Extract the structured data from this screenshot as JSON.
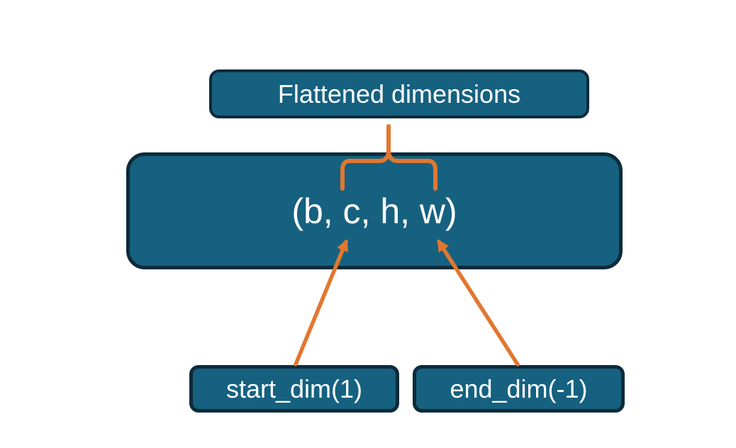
{
  "diagram": {
    "title": "flatten dimensions diagram",
    "nodes": {
      "flattened": {
        "label": "Flattened dimensions"
      },
      "tensor_shape": {
        "label": "(b, c, h, w)"
      },
      "start_dim": {
        "label": "start_dim(1)"
      },
      "end_dim": {
        "label": "end_dim(-1)"
      }
    },
    "connectors": {
      "brace": "brace spanning flattened dims (c, h) linking to Flattened dimensions box",
      "arrow_start": "arrow from start_dim(1) pointing to dimension c",
      "arrow_end": "arrow from end_dim(-1) pointing to dimension w"
    }
  },
  "colors": {
    "node_fill": "#166180",
    "node_border": "#0d2b3a",
    "connector": "#e2772f",
    "text_color": "#ffffff",
    "background": "#ffffff"
  }
}
